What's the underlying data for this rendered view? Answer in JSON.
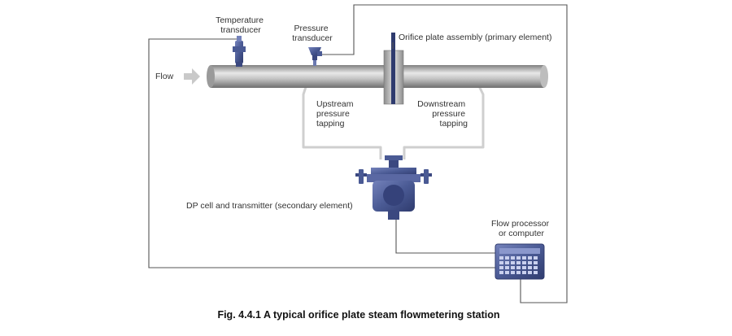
{
  "labels": {
    "flow": "Flow",
    "temperature_transducer": [
      "Temperature",
      "transducer"
    ],
    "pressure_transducer": [
      "Pressure",
      "transducer"
    ],
    "orifice_plate": "Orifice plate assembly (primary element)",
    "upstream_tapping": [
      "Upstream",
      "pressure",
      "tapping"
    ],
    "downstream_tapping": [
      "Downstream",
      "pressure",
      "tapping"
    ],
    "dp_cell": "DP cell and transmitter (secondary element)",
    "flow_processor": [
      "Flow processor",
      "or computer"
    ]
  },
  "caption": "Fig. 4.4.1 A typical orifice plate steam flowmetering station",
  "colors": {
    "pipe_dark": "#8a8a8a",
    "pipe_light": "#e6e6e6",
    "device_blue": "#4a5a94",
    "device_dark": "#2f3b6e",
    "wire": "#555555",
    "impulse_line": "#c9c9c9",
    "arrow": "#c8c8c8"
  },
  "icons": [
    "flow-arrow-icon",
    "temperature-transducer-icon",
    "pressure-transducer-icon",
    "dp-cell-icon",
    "flow-computer-icon"
  ]
}
